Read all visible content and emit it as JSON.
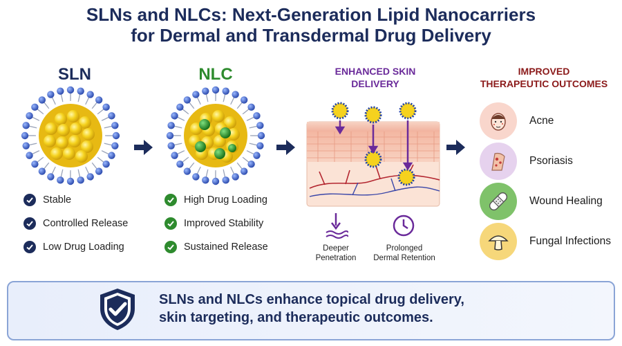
{
  "title": {
    "line1": "SLNs and NLCs: Next-Generation Lipid Nanocarriers",
    "line2": "for Dermal and Transdermal Drug Delivery"
  },
  "sln": {
    "heading": "SLN",
    "items": [
      "Stable",
      "Controlled Release",
      "Low Drug Loading"
    ]
  },
  "nlc": {
    "heading": "NLC",
    "items": [
      "High Drug Loading",
      "Improved Stability",
      "Sustained Release"
    ]
  },
  "skin": {
    "heading_line1": "ENHANCED SKIN",
    "heading_line2": "DELIVERY",
    "notes": [
      {
        "line1": "Deeper",
        "line2": "Penetration"
      },
      {
        "line1": "Prolonged",
        "line2": "Dermal Retention"
      }
    ]
  },
  "outcomes": {
    "heading_line1": "IMPROVED",
    "heading_line2": "THERAPEUTIC OUTCOMES",
    "items": [
      {
        "label": "Acne",
        "icon": "face-icon"
      },
      {
        "label": "Psoriasis",
        "icon": "skin-patch-icon"
      },
      {
        "label": "Wound Healing",
        "icon": "bandage-icon"
      },
      {
        "label": "Fungal Infections",
        "icon": "mushroom-icon"
      }
    ]
  },
  "banner": {
    "line1": "SLNs and NLCs enhance topical drug delivery,",
    "line2": "skin targeting, and therapeutic outcomes."
  },
  "colors": {
    "navy": "#1c2c5b",
    "green": "#2e8b2e",
    "purple": "#6a2a9a",
    "maroon": "#8b1a1a"
  }
}
